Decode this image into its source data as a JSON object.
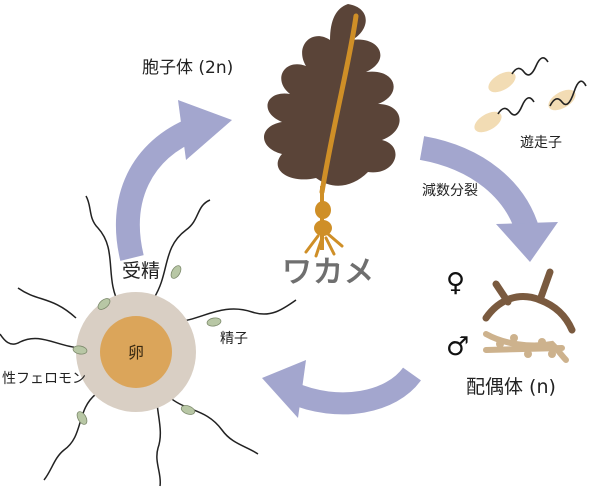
{
  "title": "ワカメ",
  "labels": {
    "sporophyte": "胞子体 (2n)",
    "zoospore": "遊走子",
    "meiosis": "減数分裂",
    "gametophyte": "配偶体 (n)",
    "fertilization": "受精",
    "sperm": "精子",
    "egg": "卵",
    "pheromone": "性フェロモン"
  },
  "symbols": {
    "female": "♀",
    "male": "♂"
  },
  "colors": {
    "arrow": "#a3a6ce",
    "kelp_blade": "#5a4438",
    "kelp_midrib": "#cf8f27",
    "egg_yolk": "#dba55a",
    "egg_outer": "#d9cfc4",
    "female_gametophyte": "#7a5a3f",
    "male_gametophyte": "#cdb28d",
    "zoospore": "#f2dcb4",
    "sperm_head": "#b8c7a5"
  }
}
